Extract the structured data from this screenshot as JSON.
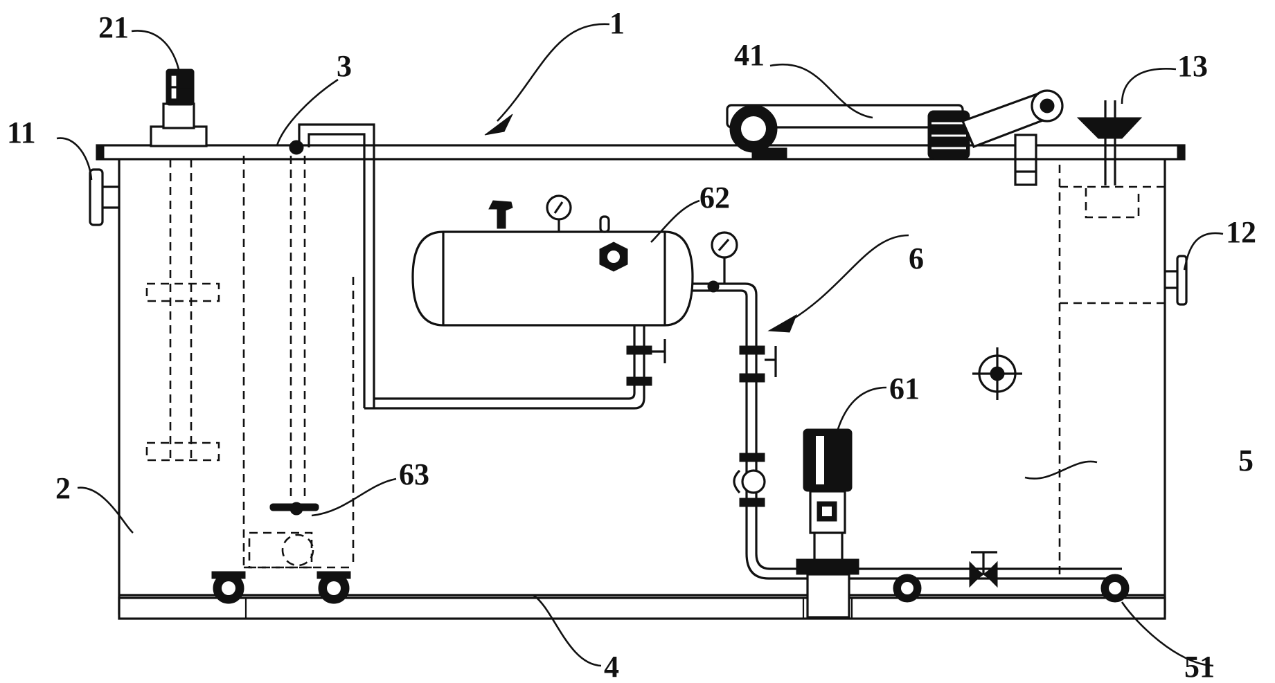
{
  "labels": {
    "l1": "1",
    "l2": "2",
    "l3": "3",
    "l4": "4",
    "l5": "5",
    "l6": "6",
    "l11": "11",
    "l12": "12",
    "l13": "13",
    "l21": "21",
    "l41": "41",
    "l51": "51",
    "l61": "61",
    "l62": "62",
    "l63": "63"
  }
}
